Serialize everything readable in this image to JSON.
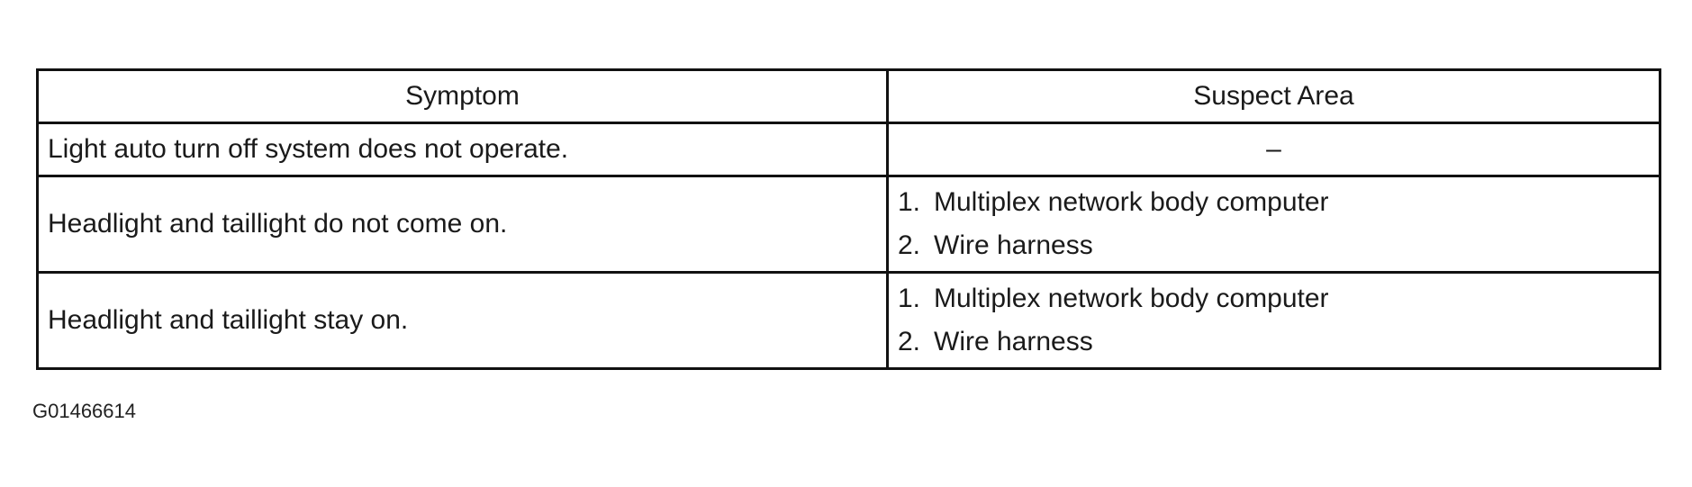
{
  "table": {
    "headers": {
      "symptom": "Symptom",
      "suspect_area": "Suspect Area"
    },
    "rows": [
      {
        "symptom": "Light auto turn off system does not operate.",
        "suspect": "–"
      },
      {
        "symptom": "Headlight and taillight do not come on.",
        "suspect_items": [
          {
            "num": "1.",
            "text": "Multiplex network body computer"
          },
          {
            "num": "2.",
            "text": "Wire harness"
          }
        ]
      },
      {
        "symptom": "Headlight and taillight stay on.",
        "suspect_items": [
          {
            "num": "1.",
            "text": "Multiplex network body computer"
          },
          {
            "num": "2.",
            "text": "Wire harness"
          }
        ]
      }
    ]
  },
  "figure_id": "G01466614"
}
